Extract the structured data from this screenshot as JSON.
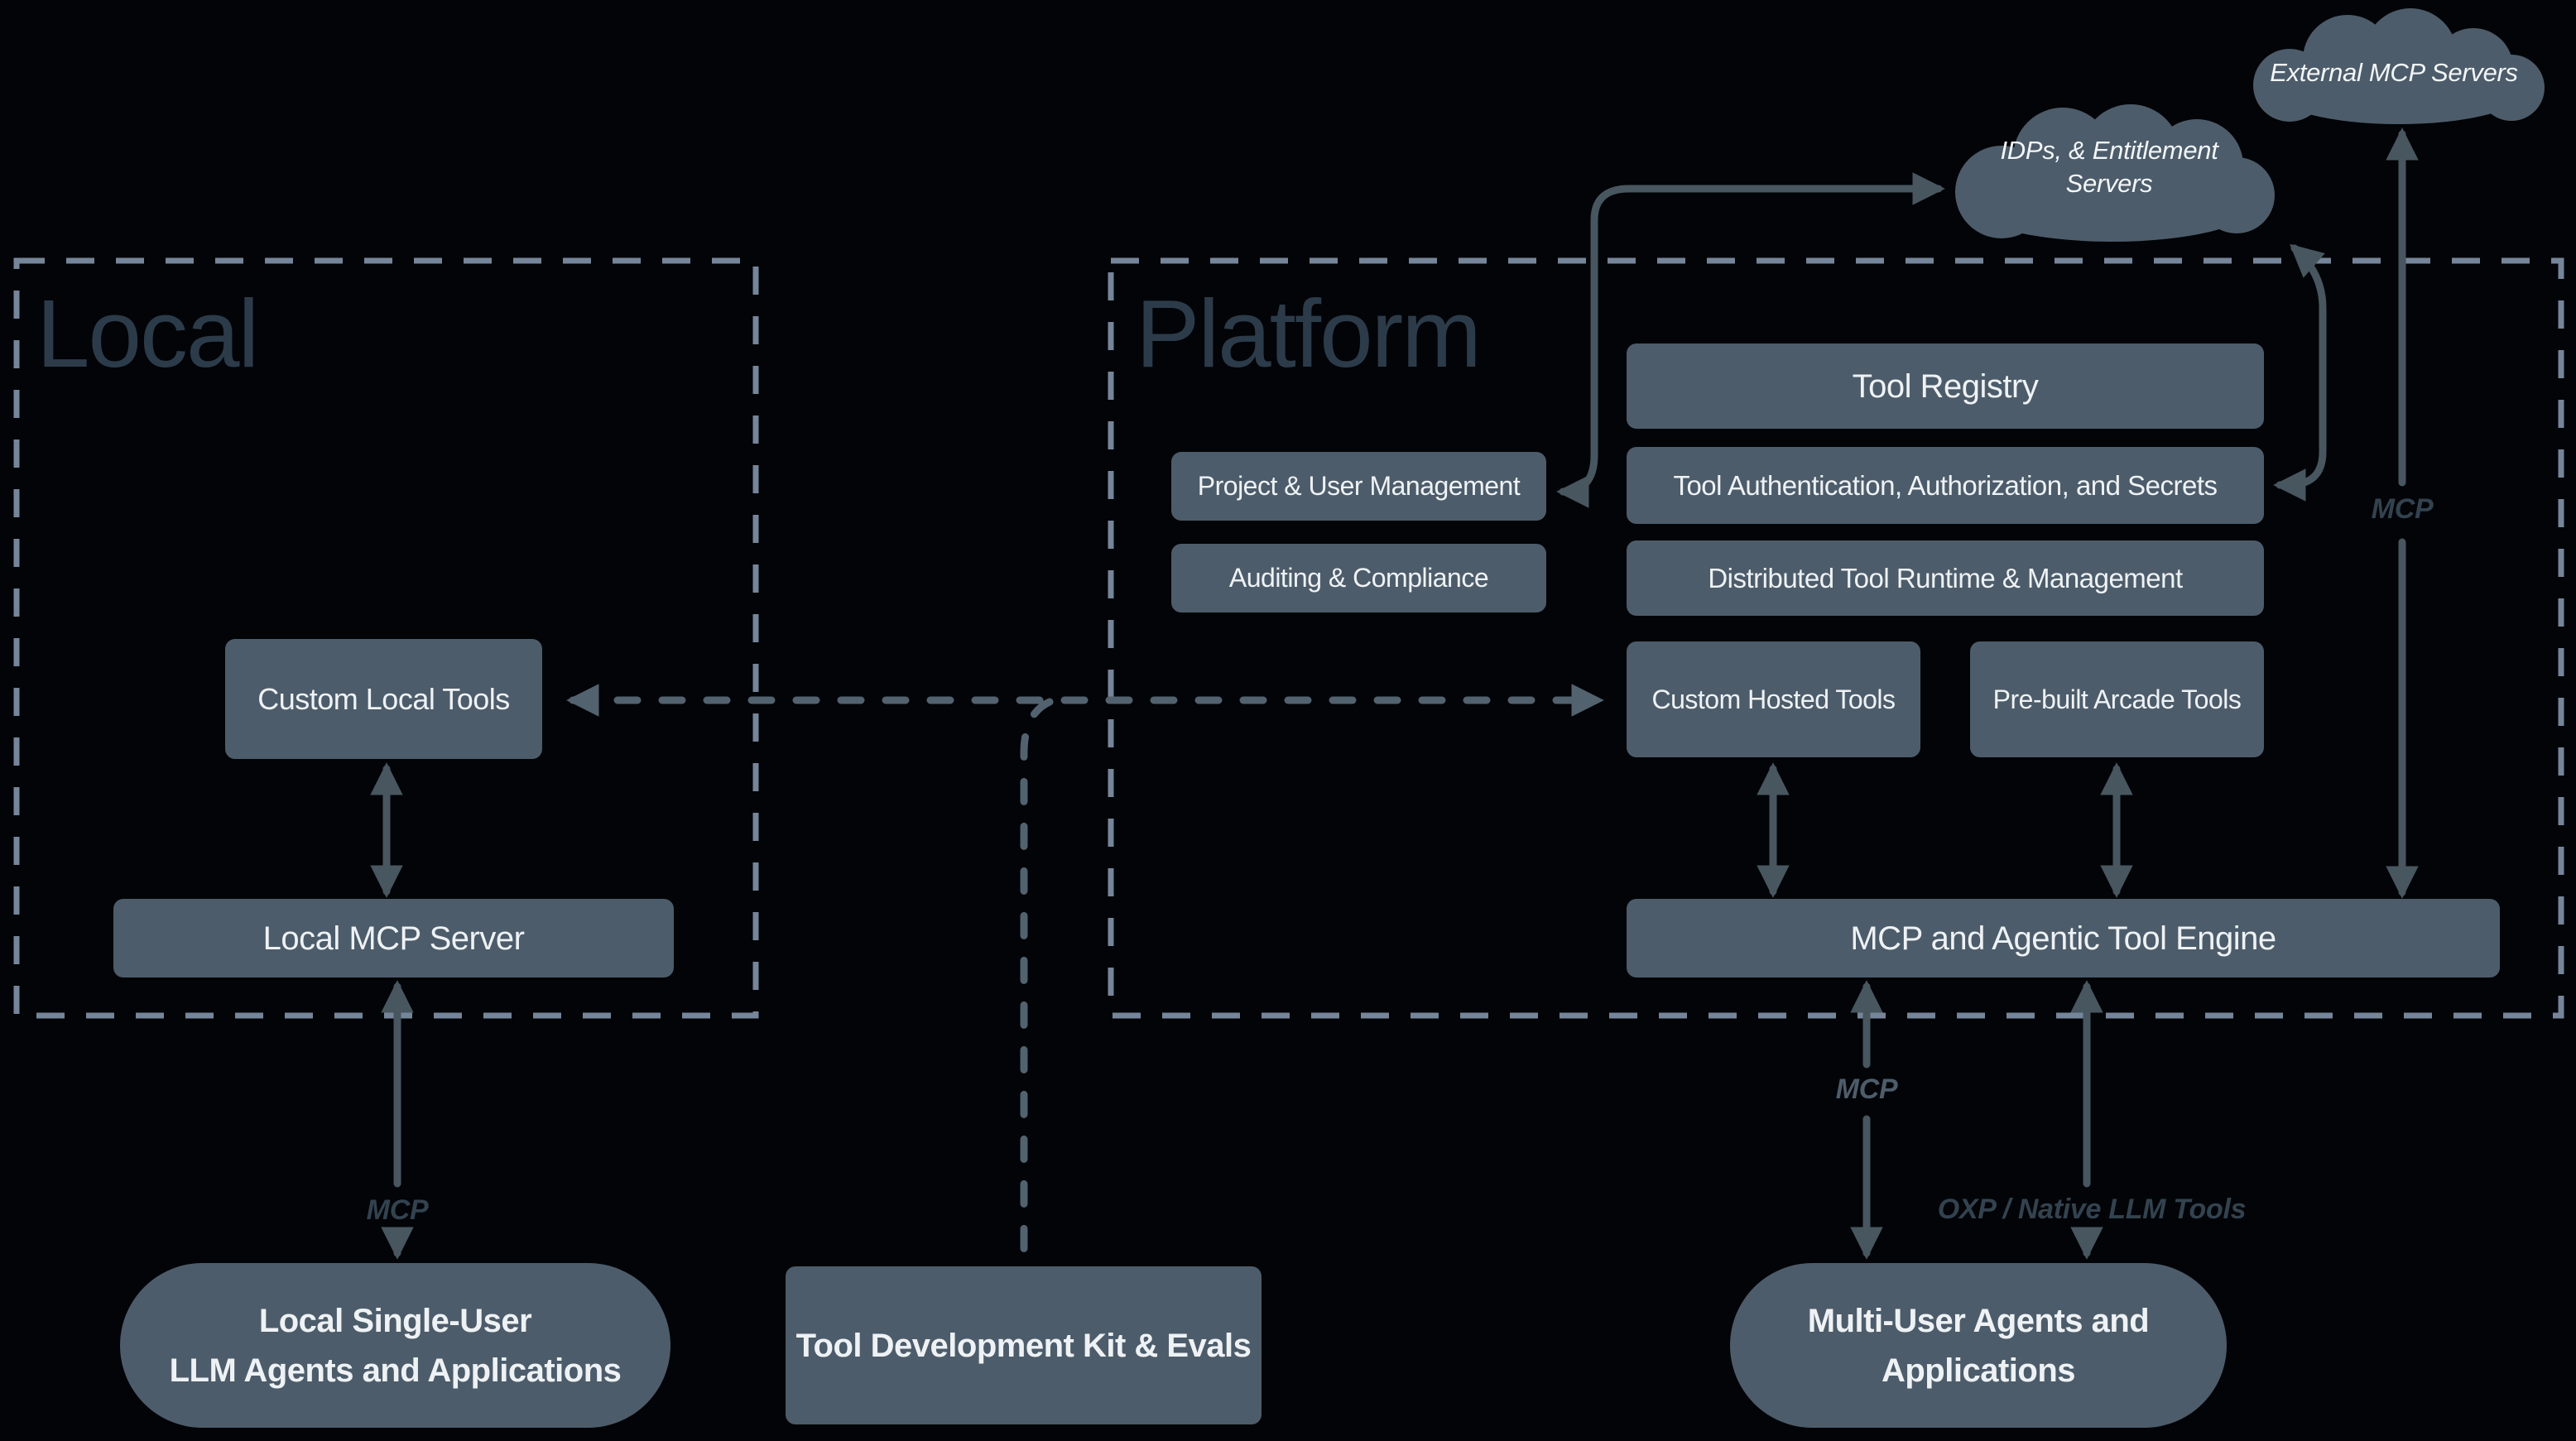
{
  "colors": {
    "background": "#000000",
    "node_fill": "#4d5c6a",
    "node_text": "#eef2f5",
    "region_label": "#2c3b49",
    "solid_arrow": "#47565f",
    "dashed_arrow": "#52626e",
    "region_border": "#75859a",
    "protocol_label": "#33424f"
  },
  "regions": {
    "local": "Local",
    "platform": "Platform"
  },
  "nodes": {
    "custom_local_tools": "Custom Local Tools",
    "local_mcp_server": "Local MCP Server",
    "tool_registry": "Tool Registry",
    "project_user_management": "Project & User Management",
    "auditing_compliance": "Auditing & Compliance",
    "tool_auth": "Tool Authentication, Authorization, and Secrets",
    "distributed_runtime": "Distributed Tool Runtime & Management",
    "custom_hosted_tools": "Custom Hosted Tools",
    "prebuilt_arcade_tools": "Pre-built Arcade Tools",
    "mcp_engine": "MCP and Agentic Tool Engine",
    "tool_dev_kit": "Tool Development Kit & Evals",
    "local_agents": {
      "line1": "Local Single-User",
      "line2": "LLM Agents and Applications"
    },
    "multi_user_agents": {
      "line1": "Multi-User Agents and",
      "line2": "Applications"
    }
  },
  "clouds": {
    "external_mcp": "External MCP Servers",
    "idps": {
      "line1": "IDPs, & Entitlement",
      "line2": "Servers"
    }
  },
  "edge_labels": {
    "local_mcp": "MCP",
    "external_mcp": "MCP",
    "engine_mcp": "MCP",
    "oxp": "OXP / Native LLM Tools"
  }
}
